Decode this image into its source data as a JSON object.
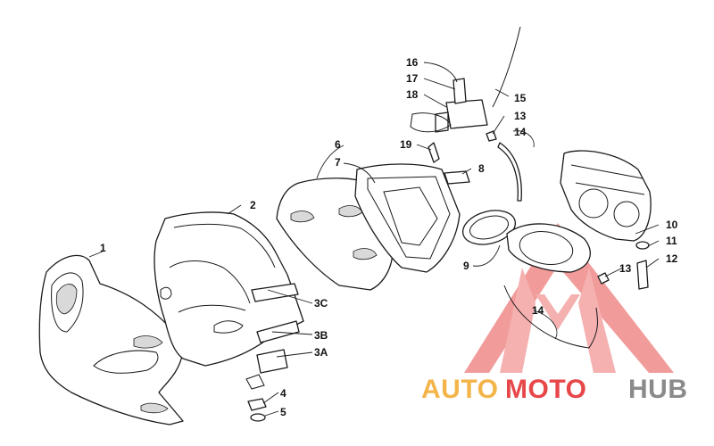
{
  "callouts": {
    "c1": "1",
    "c2": "2",
    "c3a": "3A",
    "c3b": "3B",
    "c3c": "3C",
    "c4": "4",
    "c5": "5",
    "c6": "6",
    "c7": "7",
    "c8": "8",
    "c9": "9",
    "c10": "10",
    "c11": "11",
    "c12": "12",
    "c13a": "13",
    "c13b": "13",
    "c14a": "14",
    "c14b": "14",
    "c15": "15",
    "c16": "16",
    "c17": "17",
    "c18": "18",
    "c19": "19"
  },
  "watermark": {
    "part1": "AUTO",
    "part2": "MOTO",
    "part3": "HUB",
    "color_orange": "#f3b54a",
    "color_red": "#e8474a",
    "color_gray": "#8a8a8a"
  }
}
